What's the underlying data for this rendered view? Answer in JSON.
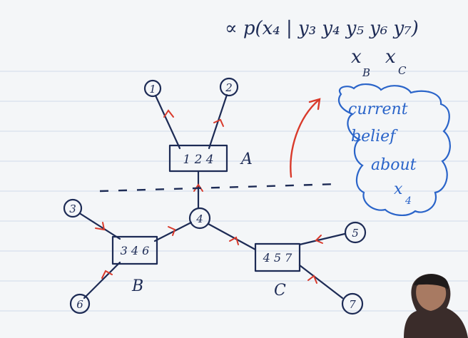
{
  "formula": {
    "line1": "∝ p(x₄ | y₃ y₄ y₅ y₆ y₇)",
    "line2_a": "x",
    "line2_a_sub": "B",
    "line2_b": "x",
    "line2_b_sub": "C"
  },
  "nodes": [
    {
      "id": "n1",
      "label": "1"
    },
    {
      "id": "n2",
      "label": "2"
    },
    {
      "id": "n3",
      "label": "3"
    },
    {
      "id": "n4",
      "label": "4"
    },
    {
      "id": "n5",
      "label": "5"
    },
    {
      "id": "n6",
      "label": "6"
    },
    {
      "id": "n7",
      "label": "7"
    }
  ],
  "factors": [
    {
      "id": "A",
      "label": "1 2 4",
      "name": "A"
    },
    {
      "id": "B",
      "label": "3 4 6",
      "name": "B"
    },
    {
      "id": "C",
      "label": "4 5 7",
      "name": "C"
    }
  ],
  "note": {
    "line1": "current",
    "line2": "belief",
    "line3": "about",
    "line4": "x",
    "line4_sub": "4"
  },
  "colors": {
    "ink": "#1d2b55",
    "message_arrow": "#d93a2b",
    "note": "#2a64c9",
    "rule_lines": "#cfd9ea"
  }
}
